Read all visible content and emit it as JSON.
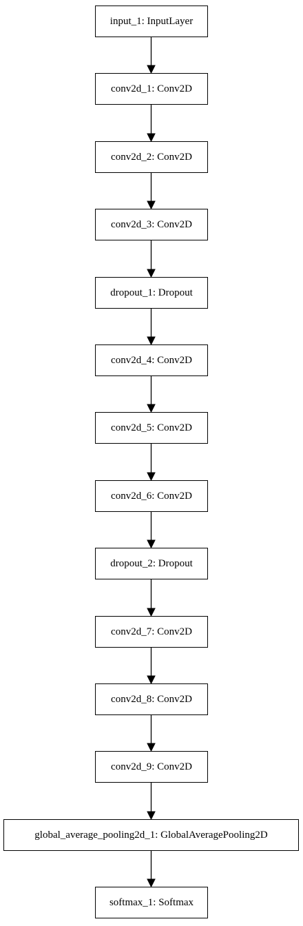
{
  "diagram": {
    "nodes": [
      {
        "id": "input_1",
        "label": "input_1: InputLayer"
      },
      {
        "id": "conv2d_1",
        "label": "conv2d_1: Conv2D"
      },
      {
        "id": "conv2d_2",
        "label": "conv2d_2: Conv2D"
      },
      {
        "id": "conv2d_3",
        "label": "conv2d_3: Conv2D"
      },
      {
        "id": "dropout_1",
        "label": "dropout_1: Dropout"
      },
      {
        "id": "conv2d_4",
        "label": "conv2d_4: Conv2D"
      },
      {
        "id": "conv2d_5",
        "label": "conv2d_5: Conv2D"
      },
      {
        "id": "conv2d_6",
        "label": "conv2d_6: Conv2D"
      },
      {
        "id": "dropout_2",
        "label": "dropout_2: Dropout"
      },
      {
        "id": "conv2d_7",
        "label": "conv2d_7: Conv2D"
      },
      {
        "id": "conv2d_8",
        "label": "conv2d_8: Conv2D"
      },
      {
        "id": "conv2d_9",
        "label": "conv2d_9: Conv2D"
      },
      {
        "id": "global_average_pooling2d_1",
        "label": "global_average_pooling2d_1: GlobalAveragePooling2D"
      },
      {
        "id": "softmax_1",
        "label": "softmax_1: Softmax"
      }
    ],
    "edges": [
      [
        "input_1",
        "conv2d_1"
      ],
      [
        "conv2d_1",
        "conv2d_2"
      ],
      [
        "conv2d_2",
        "conv2d_3"
      ],
      [
        "conv2d_3",
        "dropout_1"
      ],
      [
        "dropout_1",
        "conv2d_4"
      ],
      [
        "conv2d_4",
        "conv2d_5"
      ],
      [
        "conv2d_5",
        "conv2d_6"
      ],
      [
        "conv2d_6",
        "dropout_2"
      ],
      [
        "dropout_2",
        "conv2d_7"
      ],
      [
        "conv2d_7",
        "conv2d_8"
      ],
      [
        "conv2d_8",
        "conv2d_9"
      ],
      [
        "conv2d_9",
        "global_average_pooling2d_1"
      ],
      [
        "global_average_pooling2d_1",
        "softmax_1"
      ]
    ]
  }
}
